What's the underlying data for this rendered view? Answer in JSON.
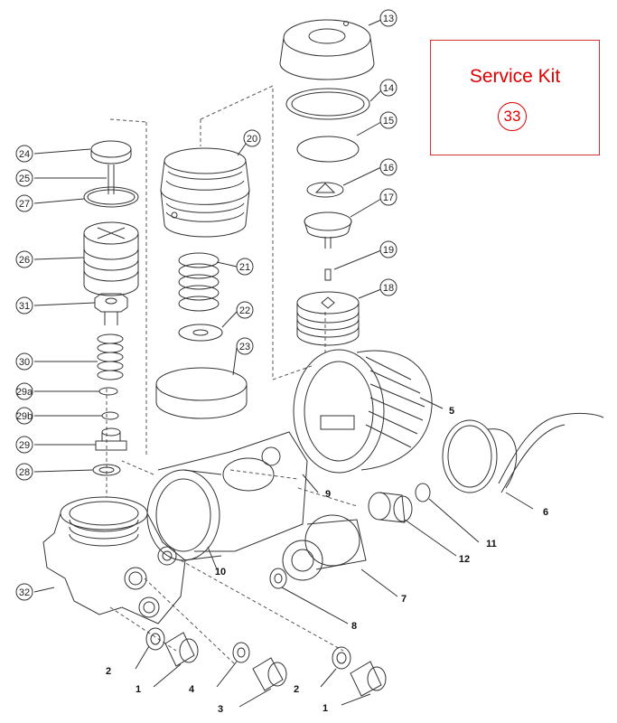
{
  "service_kit": {
    "title": "Service Kit",
    "number": "33"
  },
  "callouts": {
    "c13": "13",
    "c14": "14",
    "c15": "15",
    "c16": "16",
    "c17": "17",
    "c18": "18",
    "c19": "19",
    "c20": "20",
    "c21": "21",
    "c22": "22",
    "c23": "23",
    "c24": "24",
    "c25": "25",
    "c27": "27",
    "c26": "26",
    "c31": "31",
    "c30": "30",
    "c29a": "29a",
    "c29b": "29b",
    "c29": "29",
    "c28": "28",
    "c32": "32",
    "c5": "5",
    "c6": "6",
    "c9": "9",
    "c10": "10",
    "c11": "11",
    "c12": "12",
    "c7": "7",
    "c8": "8",
    "c2a": "2",
    "c1a": "1",
    "c4": "4",
    "c3": "3",
    "c2b": "2",
    "c1b": "1"
  },
  "colors": {
    "line": "#333333",
    "dash": "#555555",
    "accent_red": "#e00000"
  }
}
